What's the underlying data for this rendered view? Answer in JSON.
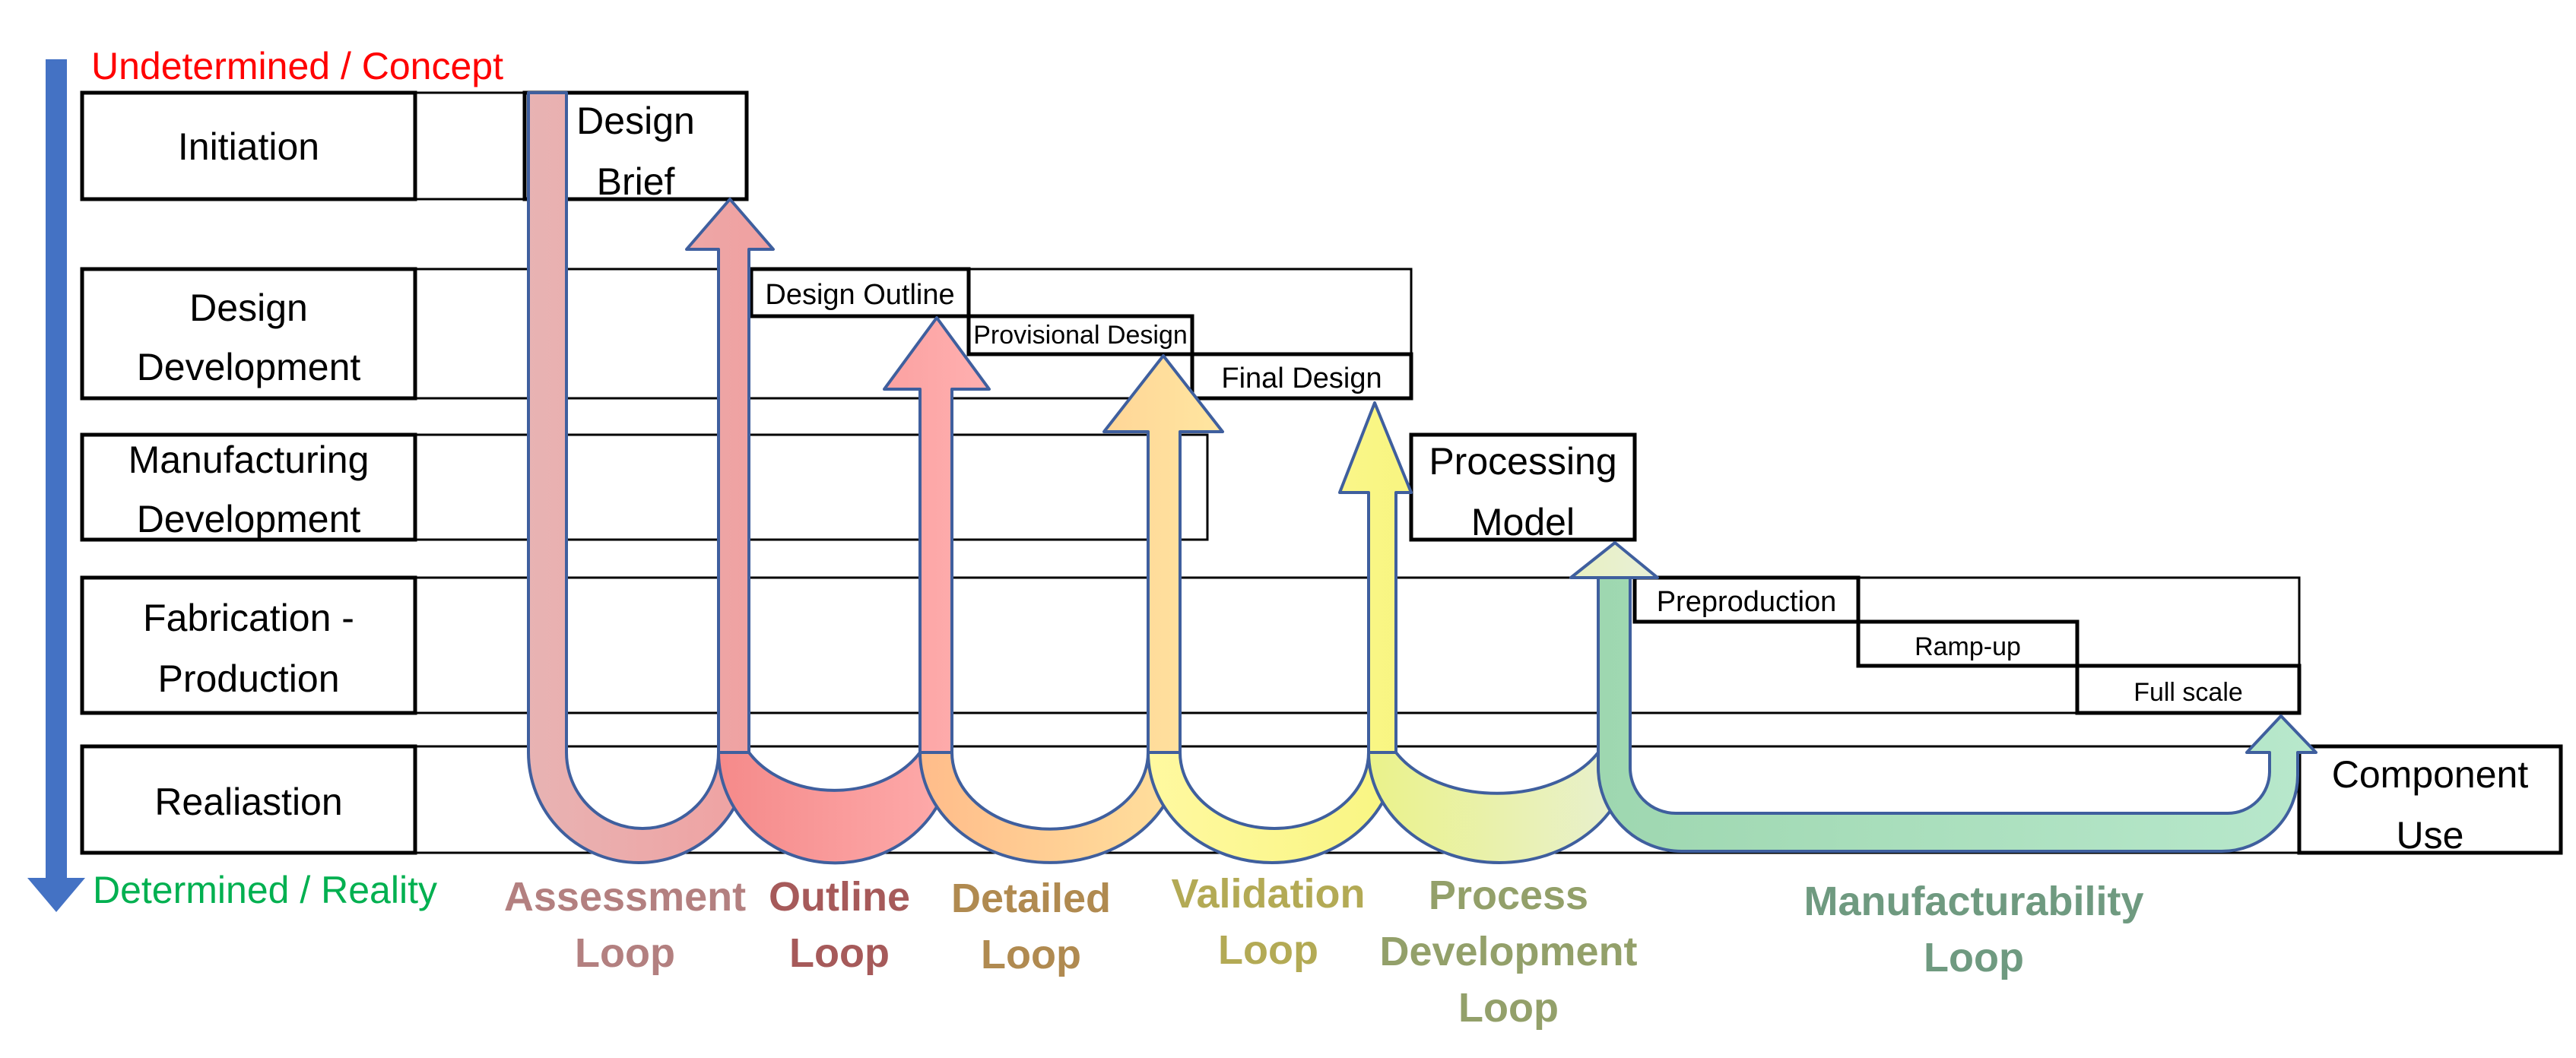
{
  "axis": {
    "top_label": "Undetermined / Concept",
    "bottom_label": "Determined / Reality",
    "top_color": "#ff0000",
    "bottom_color": "#00b050",
    "arrow_color": "#4472c4"
  },
  "stages": [
    {
      "lines": [
        "Initiation"
      ]
    },
    {
      "lines": [
        "Design",
        "Development"
      ]
    },
    {
      "lines": [
        "Manufacturing",
        "Development"
      ]
    },
    {
      "lines": [
        "Fabrication -",
        "Production"
      ]
    },
    {
      "lines": [
        "Realiastion"
      ]
    }
  ],
  "boxes": {
    "design_brief": [
      "Design",
      "Brief"
    ],
    "design_outline": "Design Outline",
    "provisional_design": "Provisional Design",
    "final_design": "Final Design",
    "processing_model": [
      "Processing",
      "Model"
    ],
    "preproduction": "Preproduction",
    "ramp_up": "Ramp-up",
    "full_scale": "Full scale",
    "component_use": [
      "Component",
      "Use"
    ]
  },
  "loops": [
    {
      "lines": [
        "Assessment",
        "Loop"
      ],
      "color": "#b38080",
      "fill": "#e6a8aa",
      "icon": "u-turn-arrow-icon"
    },
    {
      "lines": [
        "Outline",
        "Loop"
      ],
      "color": "#a65a5a",
      "fill": "#ff9a9a",
      "icon": "u-turn-arrow-icon"
    },
    {
      "lines": [
        "Detailed",
        "Loop"
      ],
      "color": "#b08a50",
      "fill": "#ffcc88",
      "icon": "u-turn-arrow-icon"
    },
    {
      "lines": [
        "Validation",
        "Loop"
      ],
      "color": "#b3aa55",
      "fill": "#fff280",
      "icon": "u-turn-arrow-icon"
    },
    {
      "lines": [
        "Process",
        "Development",
        "Loop"
      ],
      "color": "#93a06a",
      "fill": "#e6f0a0",
      "icon": "u-turn-arrow-icon"
    },
    {
      "lines": [
        "Manufacturability",
        "Loop"
      ],
      "color": "#6f9a80",
      "fill": "#b0e0c0",
      "icon": "u-turn-arrow-icon"
    }
  ]
}
